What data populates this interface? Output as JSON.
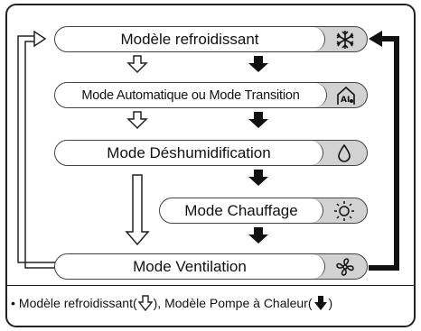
{
  "modes": [
    {
      "label": "Modèle refroidissant",
      "icon": "snowflake-icon"
    },
    {
      "label": "Mode Automatique ou Mode Transition",
      "icon": "auto-ai-icon"
    },
    {
      "label": "Mode Déshumidification",
      "icon": "water-drop-icon"
    },
    {
      "label": "Mode Chauffage",
      "icon": "sun-icon"
    },
    {
      "label": "Mode Ventilation",
      "icon": "fan-icon"
    }
  ],
  "legend": {
    "bullet": "•",
    "cooling_label": "Modèle refroidissant(",
    "separator": "), Modèle Pompe à Chaleur(",
    "close": ")"
  },
  "arrow_styles": {
    "cooling": "outline",
    "heat_pump": "filled"
  },
  "colors": {
    "border": "#222222",
    "pill_fill": "#d2d2d2",
    "label_fill": "#ffffff"
  }
}
